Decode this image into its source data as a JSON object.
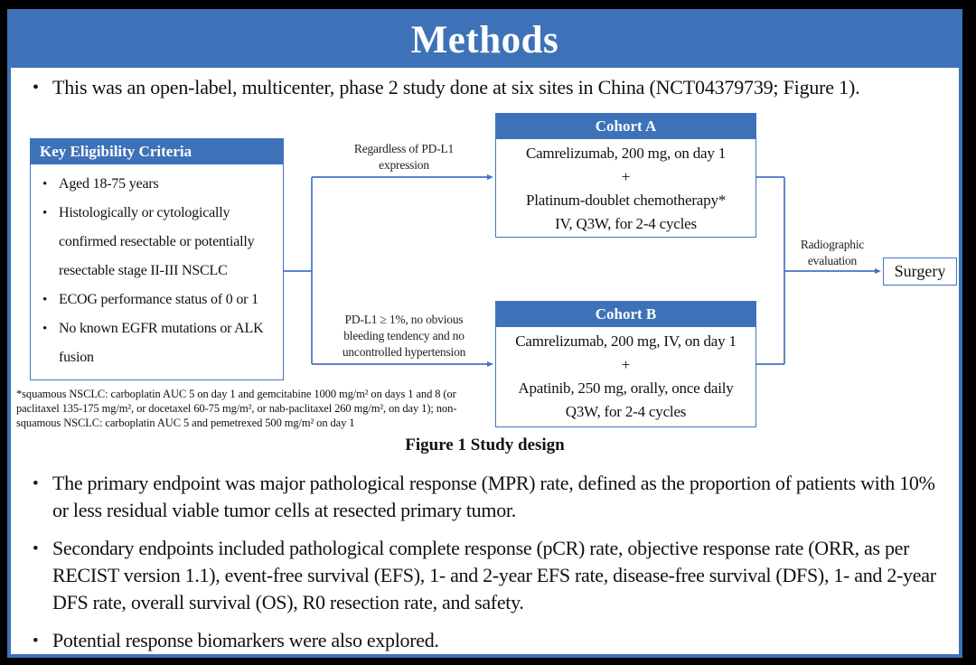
{
  "title": "Methods",
  "intro_bullet": "This was an open-label, multicenter, phase 2 study done at six sites in China (NCT04379739; Figure 1).",
  "figure": {
    "caption": "Figure 1 Study design",
    "eligibility": {
      "header": "Key Eligibility Criteria",
      "items": [
        "Aged 18-75 years",
        "Histologically or cytologically confirmed resectable or potentially resectable stage II-III NSCLC",
        "ECOG performance status of 0 or 1",
        "No known EGFR mutations or ALK fusion"
      ]
    },
    "branch_top_label": "Regardless of PD-L1 expression",
    "branch_bottom_label": "PD-L1 ≥ 1%, no obvious bleeding tendency and no uncontrolled hypertension",
    "cohort_a": {
      "header": "Cohort A",
      "lines": [
        "Camrelizumab, 200 mg, on day 1",
        "+",
        "Platinum-doublet chemotherapy*",
        "IV, Q3W, for 2-4 cycles"
      ]
    },
    "cohort_b": {
      "header": "Cohort B",
      "lines": [
        "Camrelizumab, 200 mg, IV, on day 1",
        "+",
        "Apatinib, 250 mg, orally, once daily",
        "Q3W, for 2-4 cycles"
      ]
    },
    "evaluation_label": "Radiographic evaluation",
    "surgery_label": "Surgery",
    "footnote": "*squamous NSCLC: carboplatin AUC 5 on day 1 and gemcitabine 1000 mg/m² on days 1 and 8 (or paclitaxel 135-175 mg/m², or docetaxel 60-75 mg/m², or nab-paclitaxel 260 mg/m², on day 1); non-squamous NSCLC: carboplatin AUC 5 and pemetrexed 500 mg/m² on day 1"
  },
  "endpoint_bullets": [
    "The primary endpoint was major pathological response (MPR) rate, defined as the proportion of patients with 10% or less residual viable tumor cells at resected primary tumor.",
    "Secondary endpoints included pathological complete response (pCR) rate, objective response rate (ORR, as per RECIST version 1.1), event-free survival (EFS), 1- and 2-year EFS rate, disease-free survival (DFS), 1- and 2-year DFS rate, overall survival (OS), R0 resection rate, and safety.",
    "Potential response biomarkers were also explored."
  ],
  "colors": {
    "accent_blue": "#3E72B8",
    "line_blue": "#4472C4",
    "frame_black": "#000000",
    "text_color": "#111111"
  }
}
